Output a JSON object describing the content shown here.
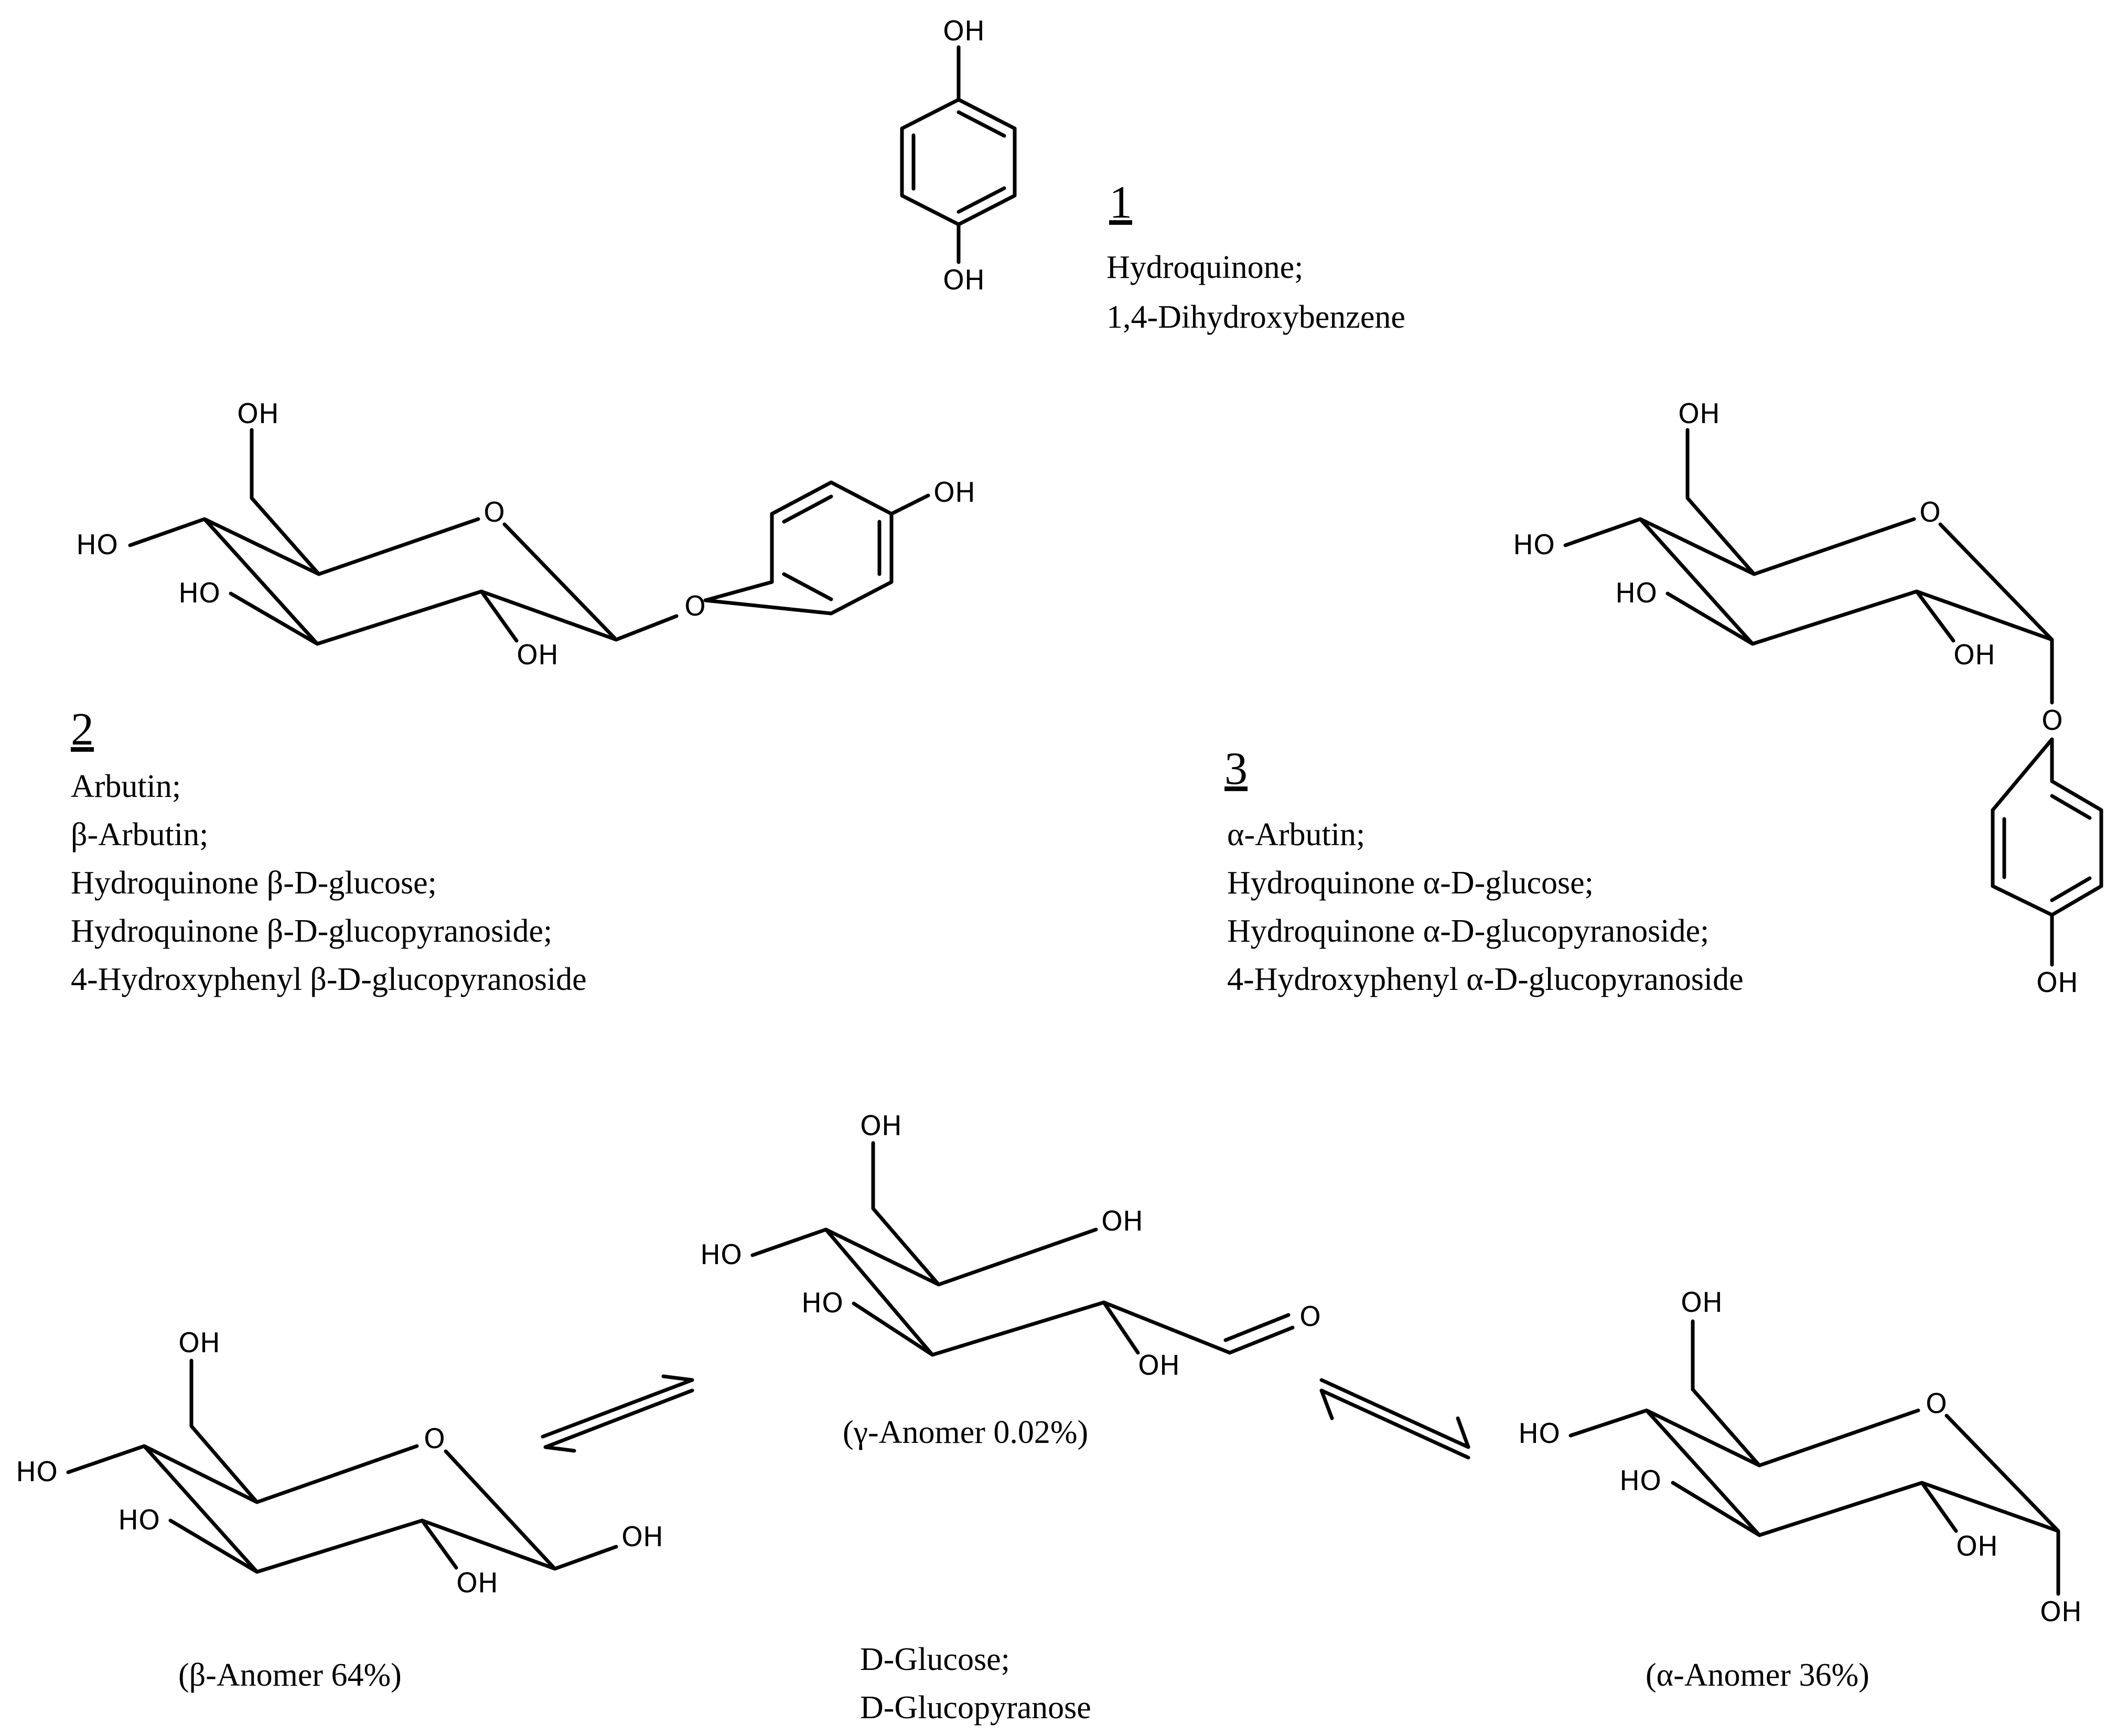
{
  "atoms": {
    "oh": "OH",
    "ho": "HO",
    "o": "O"
  },
  "compounds": {
    "hydroquinone": {
      "number": "1",
      "names": [
        "Hydroquinone;",
        "1,4-Dihydroxybenzene"
      ]
    },
    "arbutin": {
      "number": "2",
      "names": [
        "Arbutin;",
        "β-Arbutin;",
        "Hydroquinone β-D-glucose;",
        "Hydroquinone β-D-glucopyranoside;",
        "4-Hydroxyphenyl β-D-glucopyranoside"
      ]
    },
    "alpha_arbutin": {
      "number": "3",
      "names": [
        "α-Arbutin;",
        "Hydroquinone α-D-glucose;",
        "Hydroquinone α-D-glucopyranoside;",
        "4-Hydroxyphenyl α-D-glucopyranoside"
      ]
    }
  },
  "glucose": {
    "beta_label": "(β-Anomer 64%)",
    "gamma_label": "(γ-Anomer 0.02%)",
    "alpha_label": "(α-Anomer 36%)",
    "names": [
      "D-Glucose;",
      "D-Glucopyranose"
    ]
  }
}
